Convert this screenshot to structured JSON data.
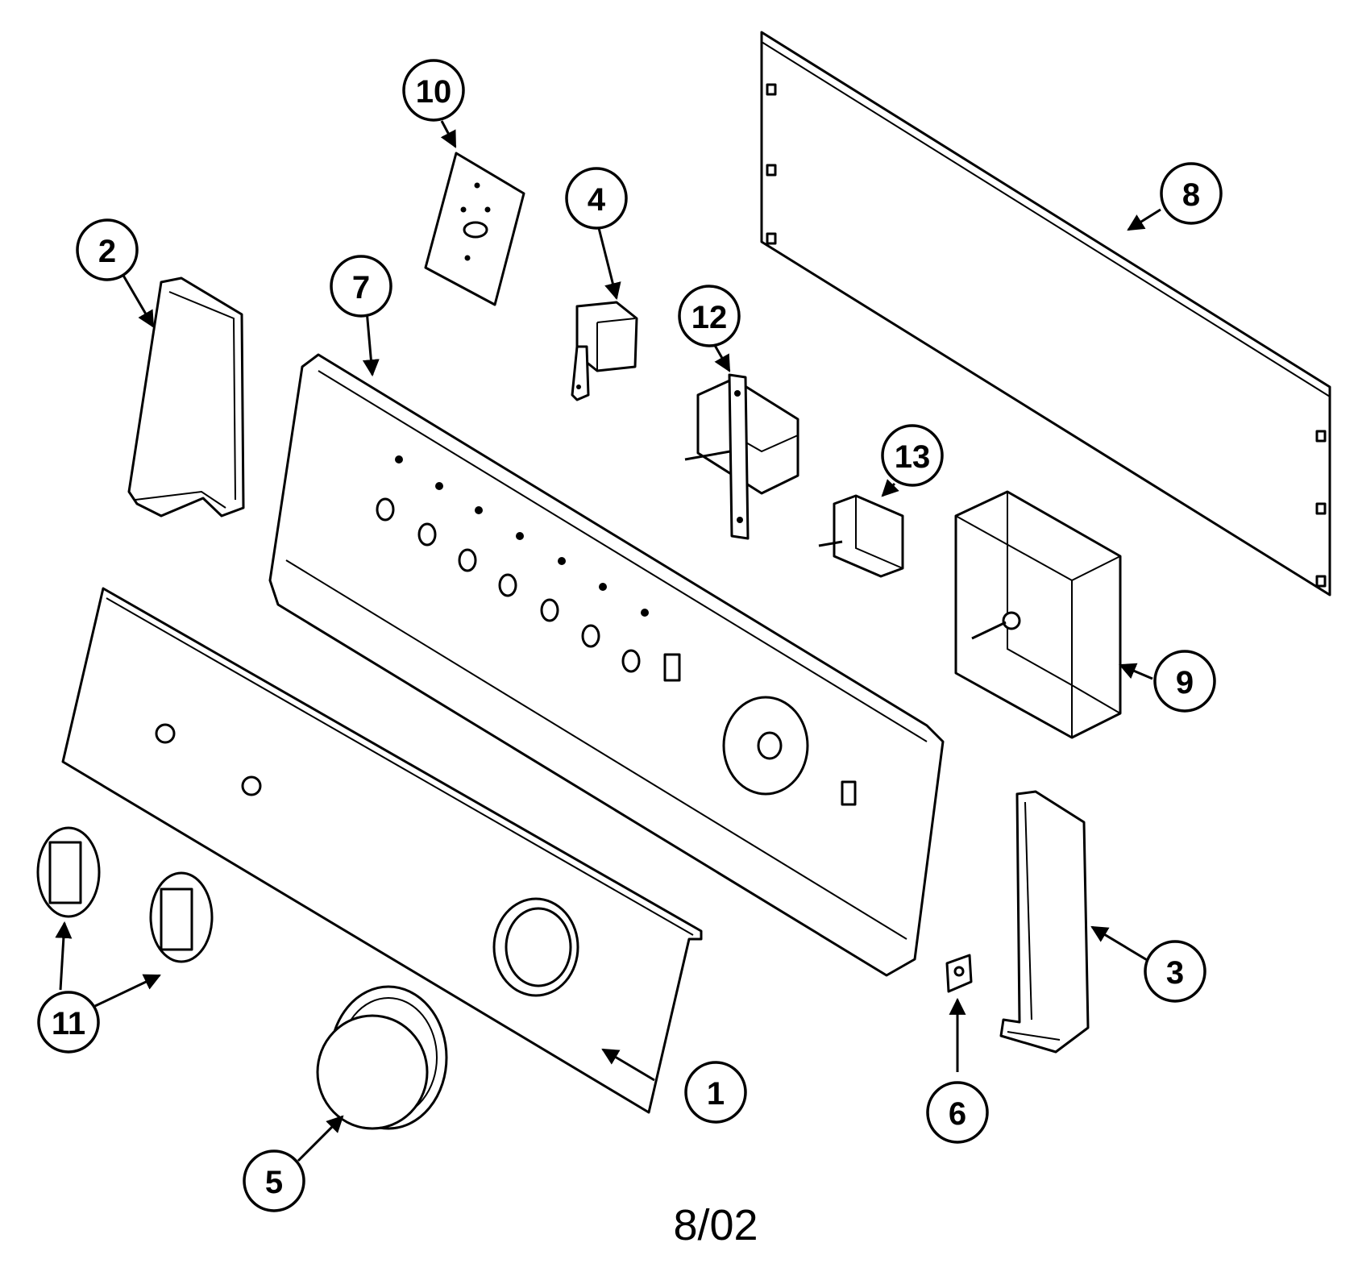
{
  "diagram": {
    "date_code": "8/02",
    "callouts": [
      {
        "label": "1"
      },
      {
        "label": "2"
      },
      {
        "label": "3"
      },
      {
        "label": "4"
      },
      {
        "label": "5"
      },
      {
        "label": "6"
      },
      {
        "label": "7"
      },
      {
        "label": "8"
      },
      {
        "label": "9"
      },
      {
        "label": "10"
      },
      {
        "label": "11"
      },
      {
        "label": "12"
      },
      {
        "label": "13"
      }
    ]
  }
}
